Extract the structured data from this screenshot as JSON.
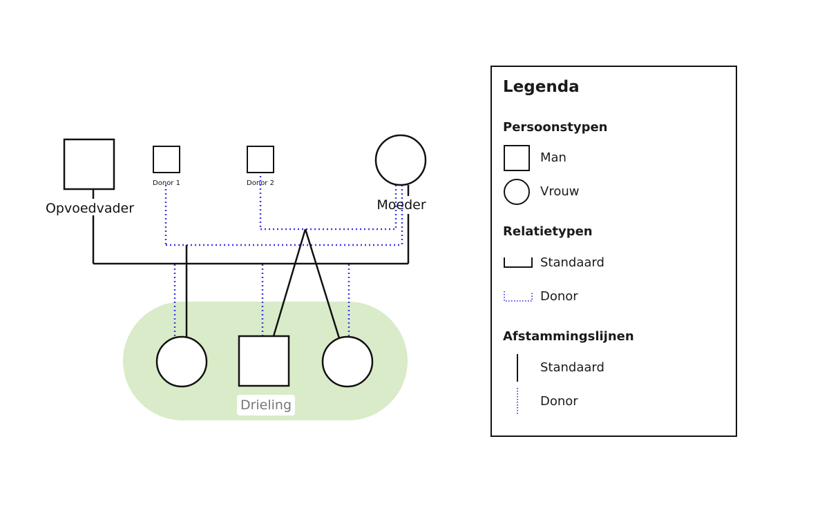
{
  "people": {
    "foster_father": "Opvoedvader",
    "mother": "Moeder",
    "donor1": "Donor 1",
    "donor2": "Donor 2"
  },
  "group_label": "Drieling",
  "legend": {
    "title": "Legenda",
    "person_types": {
      "heading": "Persoonstypen",
      "male": "Man",
      "female": "Vrouw"
    },
    "relation_types": {
      "heading": "Relatietypen",
      "standard": "Standaard",
      "donor": "Donor"
    },
    "descent_lines": {
      "heading": "Afstammingslijnen",
      "standard": "Standaard",
      "donor": "Donor"
    }
  },
  "colors": {
    "line": "#111111",
    "donor_line": "#3a3ae0",
    "group_fill": "#d9ebc8",
    "group_label_bg": "#ffffff",
    "group_label_text": "#777777"
  }
}
